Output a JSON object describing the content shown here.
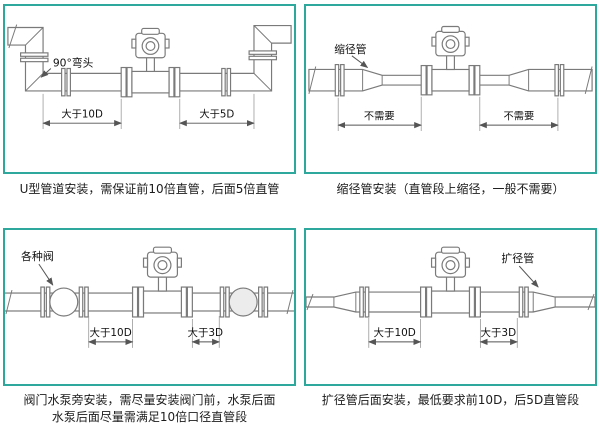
{
  "theme": {
    "panel_border_color": "#2ea89c",
    "drawing_line_color": "#7a7a7a",
    "text_color": "#1c1c1c"
  },
  "panels": [
    {
      "id": "u-pipe",
      "callout": "90°弯头",
      "dim_left": "大于10D",
      "dim_right": "大于5D",
      "caption_lines": [
        "U型管道安装，需保证前10倍直管，后面5倍直管"
      ]
    },
    {
      "id": "reducer",
      "callout": "缩径管",
      "dim_left": "不需要",
      "dim_right": "不需要",
      "caption_lines": [
        "缩径管安装（直管段上缩径，一般不需要）"
      ]
    },
    {
      "id": "valve-pump",
      "callout": "各种阀",
      "dim_left": "大于10D",
      "dim_right": "大于3D",
      "caption_lines": [
        "阀门水泵旁安装，需尽量安装阀门前，水泵后面",
        "水泵后面尽量需满足10倍口径直管段"
      ]
    },
    {
      "id": "expander",
      "callout": "扩径管",
      "dim_left": "大于10D",
      "dim_right": "大于3D",
      "caption_lines": [
        "扩径管后面安装，最低要求前10D，后5D直管段"
      ]
    }
  ]
}
